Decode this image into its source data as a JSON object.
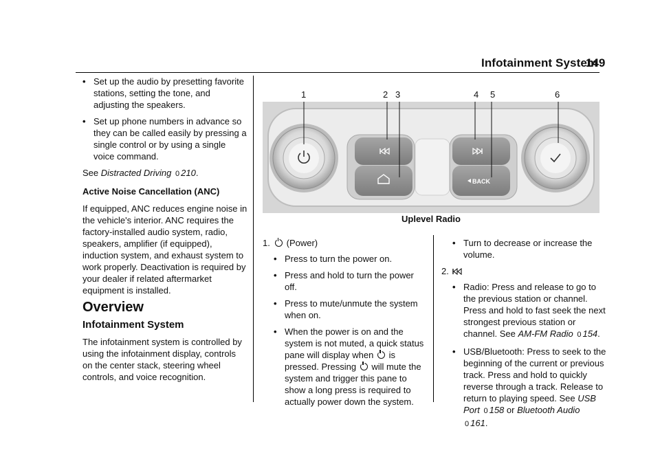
{
  "header": {
    "section": "Infotainment System",
    "page": "149"
  },
  "col1": {
    "bullets": [
      "Set up the audio by presetting favorite stations, setting the tone, and adjusting the speakers.",
      "Set up phone numbers in advance so they can be called easily by pressing a single control or by using a single voice command."
    ],
    "see_prefix": "See",
    "see_link": "Distracted Driving",
    "see_arrow": "0",
    "see_page": "210",
    "see_suffix": ".",
    "anc_title": "Active Noise Cancellation (ANC)",
    "anc_text": "If equipped, ANC reduces engine noise in the vehicle's interior. ANC requires the factory-installed audio system, radio, speakers, amplifier (if equipped), induction system, and exhaust system to work properly. Deactivation is required by your dealer if related aftermarket equipment is installed.",
    "overview_heading": "Overview",
    "info_heading": "Infotainment System",
    "info_text": "The infotainment system is controlled by using the infotainment display, controls on the center stack, steering wheel controls, and voice recognition."
  },
  "figure": {
    "callouts": [
      "1",
      "2",
      "3",
      "4",
      "5",
      "6"
    ],
    "back_label": "BACK",
    "caption": "Uplevel Radio"
  },
  "col2": {
    "item1_number": "1.",
    "item1_label": "(Power)",
    "b1": "Press to turn the power on.",
    "b2": "Press and hold to turn the power off.",
    "b3": "Press to mute/unmute the system when on.",
    "b4_a": "When the power is on and the system is not muted, a quick status pane will display when",
    "b4_b": "is pressed. Pressing",
    "b4_c": "will mute the system and trigger this pane to show a long press is required to actually power down the system."
  },
  "col3": {
    "b5": "Turn to decrease or increase the volume.",
    "item2_number": "2.",
    "b6_text": "Radio: Press and release to go to the previous station or channel. Press and hold to fast seek the next strongest previous station or channel. See",
    "b6_link": "AM-FM Radio",
    "b6_arrow": "0",
    "b6_page": "154",
    "b6_end": ".",
    "b7_text": "USB/Bluetooth: Press to seek to the beginning of the current or previous track. Press and hold to quickly reverse through a track. Release to return to playing speed. See",
    "b7_link1": "USB Port",
    "b7_arrow1": "0",
    "b7_page1": "158",
    "b7_or": "or",
    "b7_link2": "Bluetooth Audio",
    "b7_arrow2": "0",
    "b7_page2": "161",
    "b7_end": "."
  },
  "colors": {
    "panel": "#e3e3e3",
    "knob": "#c9c9c9",
    "button": "#8a8a8a",
    "text": "#111111"
  }
}
